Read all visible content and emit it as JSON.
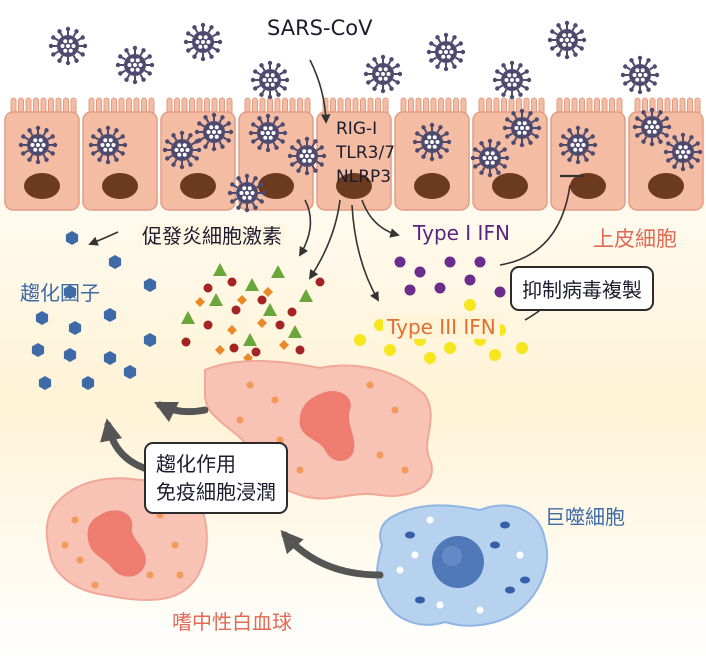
{
  "labels": {
    "virus": "SARS-CoV",
    "receptors": "RIG-I\nTLR3/7\nNLRP3",
    "cytokines": "促發炎細胞激素",
    "epithelium": "上皮細胞",
    "chemokines": "趨化因子",
    "type1_ifn": "Type I IFN",
    "type3_ifn": "Type III IFN",
    "inhibit_replication": "抑制病毒複製",
    "chemotaxis_line1": "趨化作用",
    "chemotaxis_line2": "免疫細胞浸潤",
    "macrophage": "巨噬細胞",
    "neutrophil": "嗜中性白血球"
  },
  "colors": {
    "virus": "#4d4a6e",
    "cell_fill": "#f4bca3",
    "nucleus": "#6b3a1f",
    "chemokine": "#3f6aa8",
    "type1_ifn_dot": "#6b2d8c",
    "type3_ifn_dot": "#f7e51e",
    "cytokine_triangle": "#6aa63a",
    "cytokine_diamond": "#e88a2a",
    "cytokine_dot": "#a42324",
    "macrophage": "#a9c8ec",
    "neutrophil": "#f7c1b3"
  },
  "icons": [
    "virus-icon",
    "epithelial-cell",
    "macrophage-cell",
    "neutrophil-cell",
    "arrow-icon",
    "inhibition-bar-icon"
  ]
}
